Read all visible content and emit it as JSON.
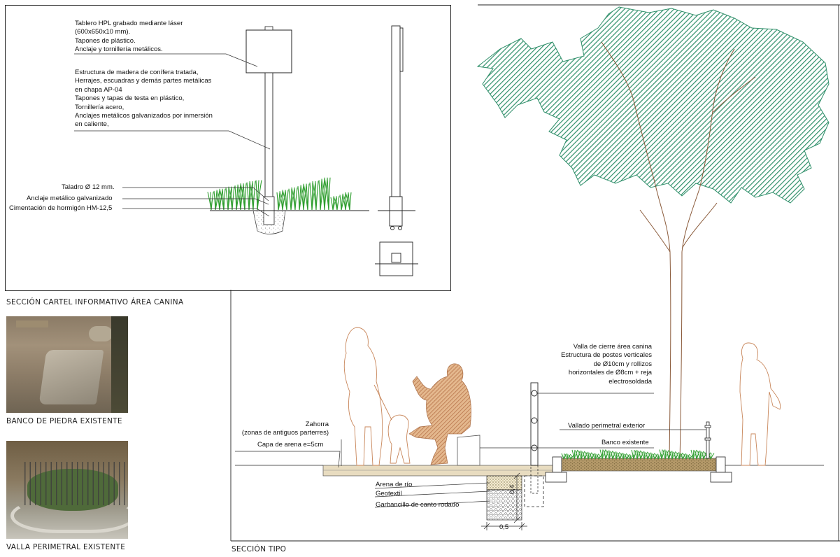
{
  "sign_section": {
    "notes": {
      "panel": "Tablero HPL grabado mediante láser\n(600x650x10 mm).\nTapones de plástico.\nAnclaje y tornillería metálicos.",
      "structure": "Estructura de madera de conífera tratada,\nHerrajes, escuadras y demás partes metálicas\nen chapa AP-04\nTapones y tapas de testa en plástico,\nTornillería acero,\nAnclajes metálicos galvanizados por inmersión\nen caliente,",
      "drill": "Taladro Ø 12 mm.",
      "anchor": "Anclaje metálico galvanizado",
      "foundation": "Cimentación de hormigón HM-12,5"
    },
    "caption": "SECCIÓN CARTEL INFORMATIVO ÁREA CANINA"
  },
  "photos": {
    "bench": {
      "caption": "BANCO DE PIEDRA EXISTENTE"
    },
    "fence": {
      "caption": "VALLA PERIMETRAL EXISTENTE"
    }
  },
  "typical_section": {
    "caption": "SECCIÓN TIPO",
    "labels": {
      "fence_note": "Valla de cierre área canina\nEstructura de postes verticales\nde Ø10cm y rollizos\nhorizontales de Ø8cm + reja\nelectrosoldada",
      "zahorra": "Zahorra\n(zonas de antiguos parterres)",
      "sand_layer": "Capa de arena e=5cm",
      "outer_fence": "Vallado perimetral exterior",
      "bench": "Banco existente",
      "river_sand": "Arena de río",
      "geotextile": "Geotextil",
      "gravel": "Garbancillo de canto rodado",
      "dim_width": "0,5",
      "dim_depth": "0,4"
    }
  },
  "colors": {
    "tree_hatch": "#2f8f6a",
    "silhouette": "#c8865a",
    "seated_person": "#c58a5f",
    "grass": "#2f9e2f",
    "soil": "#8a7a55",
    "timber": "#e8dcc0"
  }
}
